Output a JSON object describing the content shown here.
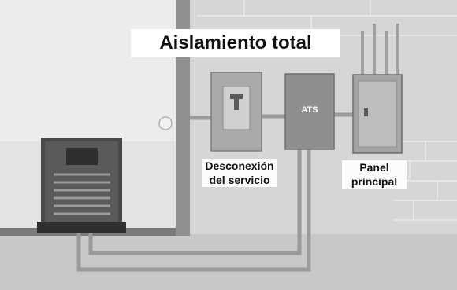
{
  "title": "Aislamiento total",
  "ats_label": "ATS",
  "service_disconnect": {
    "line1": "Desconexión",
    "line2": "del servicio"
  },
  "main_panel": {
    "line1": "Panel",
    "line2": "principal"
  },
  "colors": {
    "wall": "#d4d4d4",
    "indoor_wall": "#c9c9c9",
    "floor": "#c5c5c5",
    "post": "#8f8f8f",
    "generator_dark": "#3f3f3f",
    "box": "#a8a8a8",
    "ats_box": "#8e8e8e"
  }
}
